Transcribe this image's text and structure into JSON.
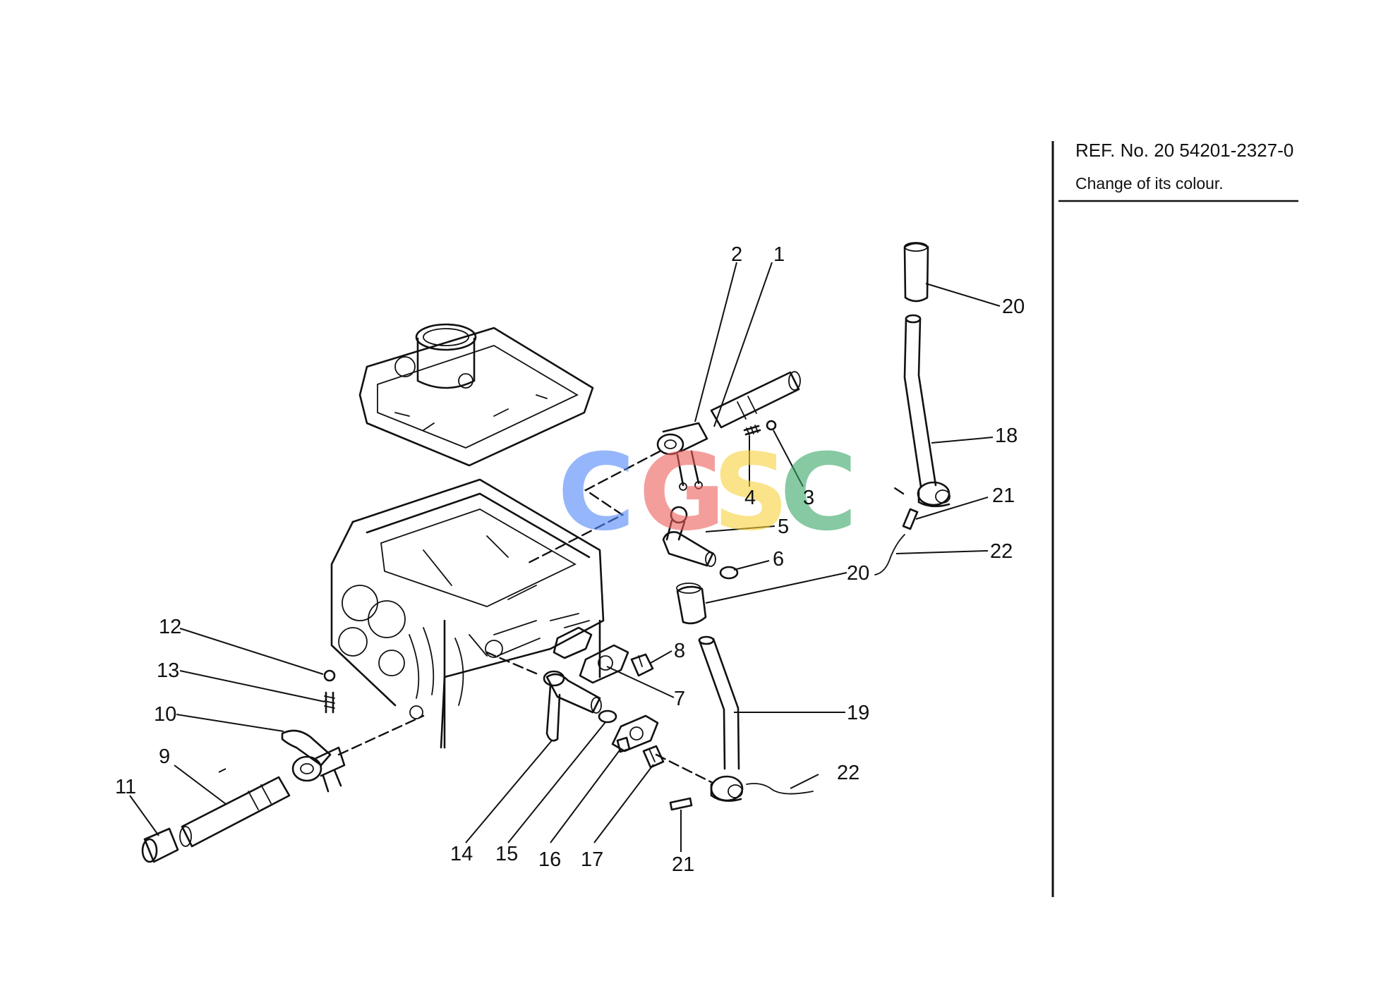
{
  "reference": {
    "title": "REF. No. 20  54201-2327-0",
    "note": "Change of its colour."
  },
  "watermark": {
    "letters": [
      {
        "char": "C",
        "color": "#4f86f7"
      },
      {
        "char": "G",
        "color": "#ee5f5b"
      },
      {
        "char": "S",
        "color": "#f8d23c"
      },
      {
        "char": "C",
        "color": "#36a665"
      }
    ]
  },
  "callouts": {
    "c1": "1",
    "c2": "2",
    "c3": "3",
    "c4": "4",
    "c5": "5",
    "c6": "6",
    "c7": "7",
    "c8": "8",
    "c9": "9",
    "c10": "10",
    "c11": "11",
    "c12": "12",
    "c13": "13",
    "c14": "14",
    "c15": "15",
    "c16": "16",
    "c17": "17",
    "c18": "18",
    "c19": "19",
    "c20a": "20",
    "c20b": "20",
    "c21a": "21",
    "c21b": "21",
    "c22a": "22",
    "c22b": "22"
  },
  "colors": {
    "line": "#111111",
    "background": "#ffffff"
  }
}
